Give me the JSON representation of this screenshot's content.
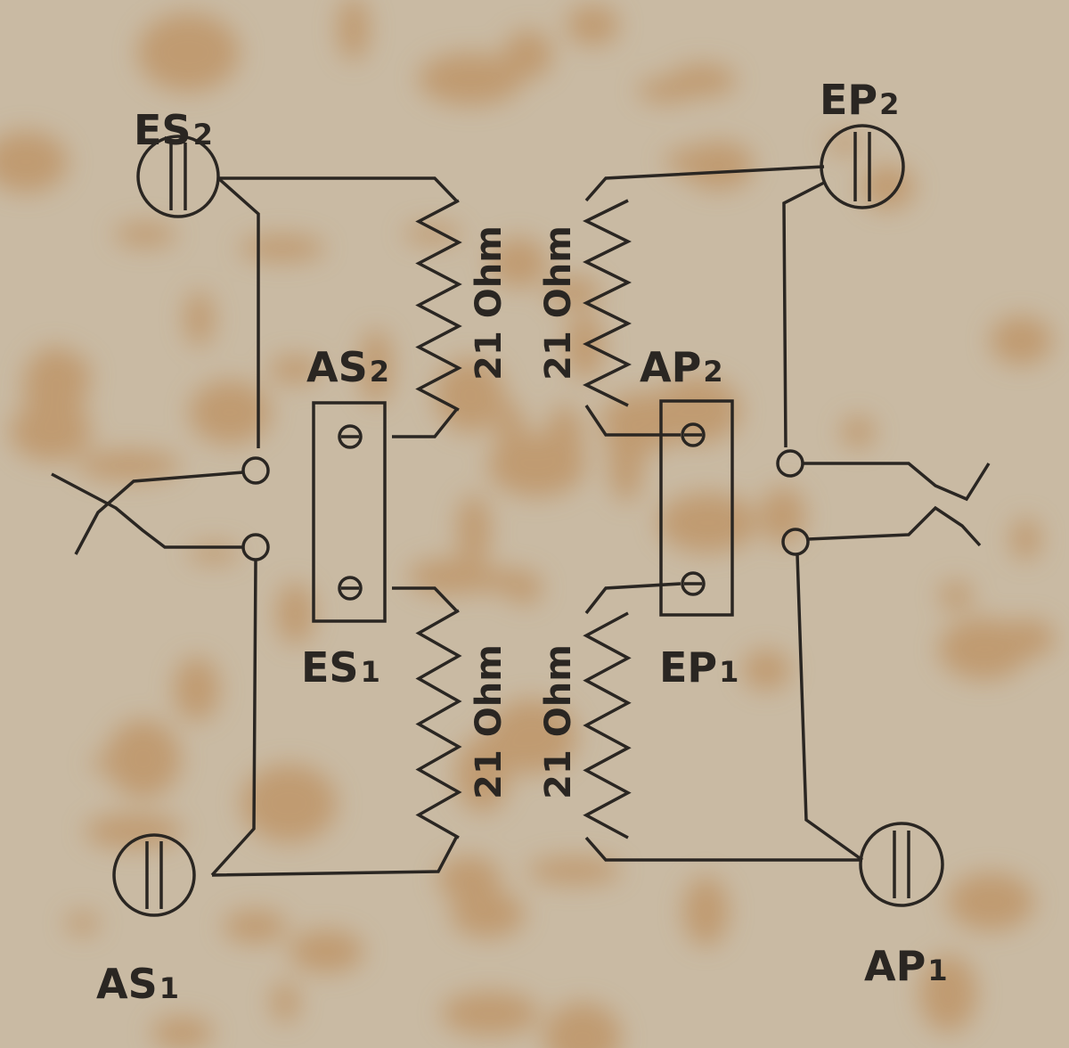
{
  "terminals": {
    "es2": {
      "main": "ES",
      "sub": "2"
    },
    "ep2": {
      "main": "EP",
      "sub": "2"
    },
    "as1": {
      "main": "AS",
      "sub": "1"
    },
    "ap1": {
      "main": "AP",
      "sub": "1"
    }
  },
  "blocks": {
    "as2": {
      "main": "AS",
      "sub": "2"
    },
    "es1": {
      "main": "ES",
      "sub": "1"
    },
    "ap2": {
      "main": "AP",
      "sub": "2"
    },
    "ep1": {
      "main": "EP",
      "sub": "1"
    }
  },
  "resistors": [
    {
      "label": "21 Ohm"
    },
    {
      "label": "21 Ohm"
    },
    {
      "label": "21 Ohm"
    },
    {
      "label": "21 Ohm"
    }
  ],
  "colors": {
    "ink": "#2a2622",
    "paper": "#c7b7a0",
    "stain": "#b9824a"
  }
}
